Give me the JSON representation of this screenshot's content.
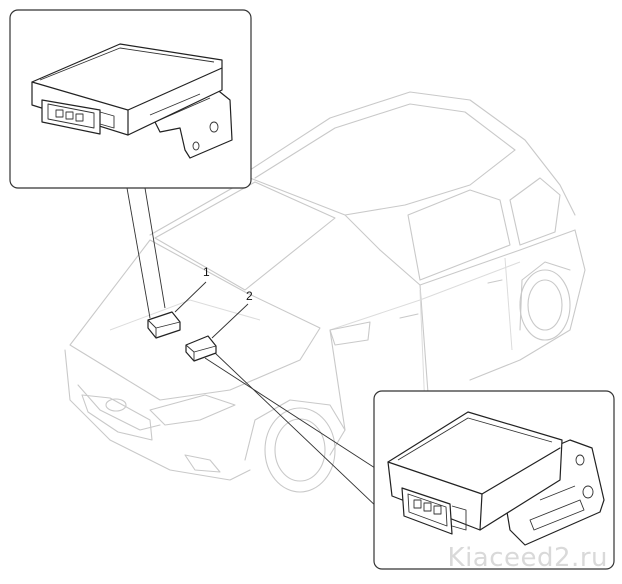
{
  "callouts": [
    {
      "number": "1"
    },
    {
      "number": "2"
    }
  ],
  "watermark": "Kiaceed2.ru"
}
